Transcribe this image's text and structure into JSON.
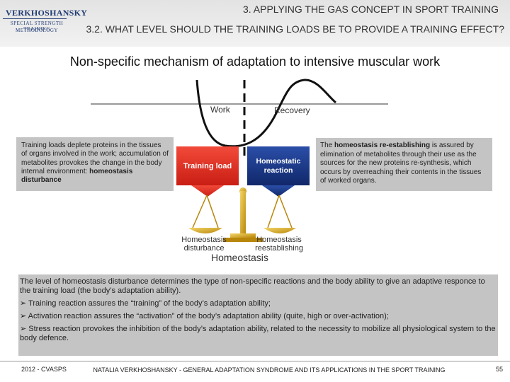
{
  "header": {
    "logo": {
      "name": "VERKHOSHANSKY",
      "line2": "SPECIAL STRENGTH TRAINING",
      "line3": "METHODOLOGY"
    },
    "section": "3. APPLYING THE GAS CONCEPT IN SPORT TRAINING",
    "subsection": "3.2. WHAT LEVEL SHOULD THE TRAINING LOADS BE TO PROVIDE A TRAINING EFFECT?"
  },
  "title": "Non-specific mechanism of adaptation to intensive muscular work",
  "diagram": {
    "work_label": "Work",
    "recovery_label": "Recovery",
    "left_text_pre": "Training loads deplete proteins in the tissues of organs involved in the work; accumulation of metabolites provokes the change in the body internal environment: ",
    "left_text_bold": "homeostasis disturbance",
    "training_load": "Training load",
    "homeostatic_reaction": "Homeostatic reaction",
    "right_text_pre": "The ",
    "right_text_bold": "homeostasis re-establishing",
    "right_text_post": " is assured by elimination of metabolites through their use as the sources  for the new proteins re-synthesis, which occurs by overreaching their contents in the tissues of worked organs.",
    "scale_left": "Homeostasis disturbance",
    "scale_right": "Homeostasis reestablishing",
    "homeostasis": "Homeostasis",
    "colors": {
      "training_load": "#e0281c",
      "homeostatic_reaction": "#1a3585",
      "scale": "#c9a227"
    }
  },
  "bottom": {
    "intro": "The level of homeostasis disturbance determines the type of non-specific reactions and the body ability to give an adaptive responce to the training load (the body’s adaptation ability).",
    "bullets": [
      "Training reaction  assures the “training” of the body’s adaptation ability;",
      "Activation reaction assures the “activation” of the body’s adaptation ability (quite, high or over-activation);",
      "Stress reaction provokes the inhibition of the body’s adaptation ability, related to the necessity to mobilize all physiological system to the body defence."
    ],
    "bullet_icon": "arrow-bullet-icon"
  },
  "footer": {
    "left": "2012 - CVASPS",
    "center": "NATALIA VERKHOSHANSKY - GENERAL ADAPTATION SYNDROME AND ITS APPLICATIONS IN THE SPORT TRAINING",
    "page": "55"
  }
}
